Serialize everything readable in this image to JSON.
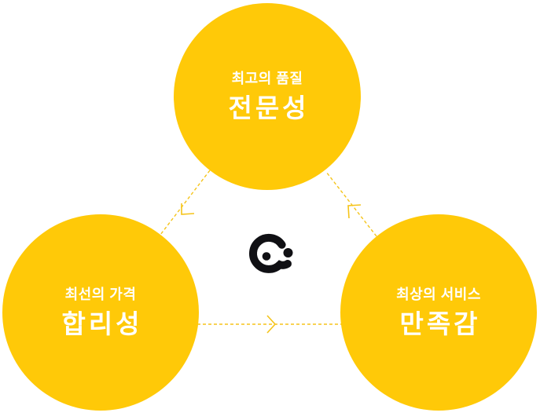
{
  "circles": {
    "top": {
      "subtitle": "최고의 품질",
      "title": "전문성"
    },
    "bottom_left": {
      "subtitle": "최선의 가격",
      "title": "합리성"
    },
    "bottom_right": {
      "subtitle": "최상의 서비스",
      "title": "만족감"
    }
  },
  "center_logo": {
    "icon": "e-mark-logo"
  },
  "connectors": [
    {
      "from": "top",
      "to": "bottom_left",
      "style": "dashed-arrow"
    },
    {
      "from": "bottom_left",
      "to": "bottom_right",
      "style": "dashed-arrow"
    },
    {
      "from": "bottom_right",
      "to": "top",
      "style": "dashed-arrow"
    }
  ],
  "colors": {
    "circle_yellow": "#FFC908",
    "dash_yellow": "#F5C41A",
    "logo_black": "#101014",
    "text_white": "#FFFFFF",
    "bg": "#FFFFFF"
  }
}
